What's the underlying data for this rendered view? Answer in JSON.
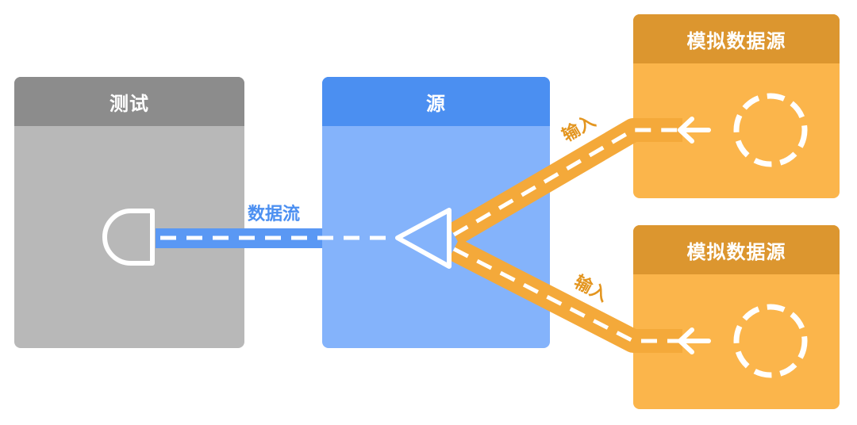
{
  "boxes": {
    "test": {
      "title": "测试"
    },
    "source": {
      "title": "源"
    },
    "mock_top": {
      "title": "模拟数据源"
    },
    "mock_bottom": {
      "title": "模拟数据源"
    }
  },
  "labels": {
    "data_flow": "数据流",
    "input_top": "输入",
    "input_bottom": "输入"
  },
  "colors": {
    "gray_body": "#b8b8b8",
    "gray_header": "#8c8c8c",
    "blue_body": "#84b3fb",
    "blue_header": "#4b8ff1",
    "orange_body": "#fbb54b",
    "orange_header": "#dc962f",
    "flow_stroke": "#5a98f4",
    "input_stroke": "#f4a93a"
  },
  "icons": [
    "d-shape-consumer-icon",
    "triangle-merge-icon",
    "left-arrow-icon",
    "dashed-circle-icon"
  ]
}
